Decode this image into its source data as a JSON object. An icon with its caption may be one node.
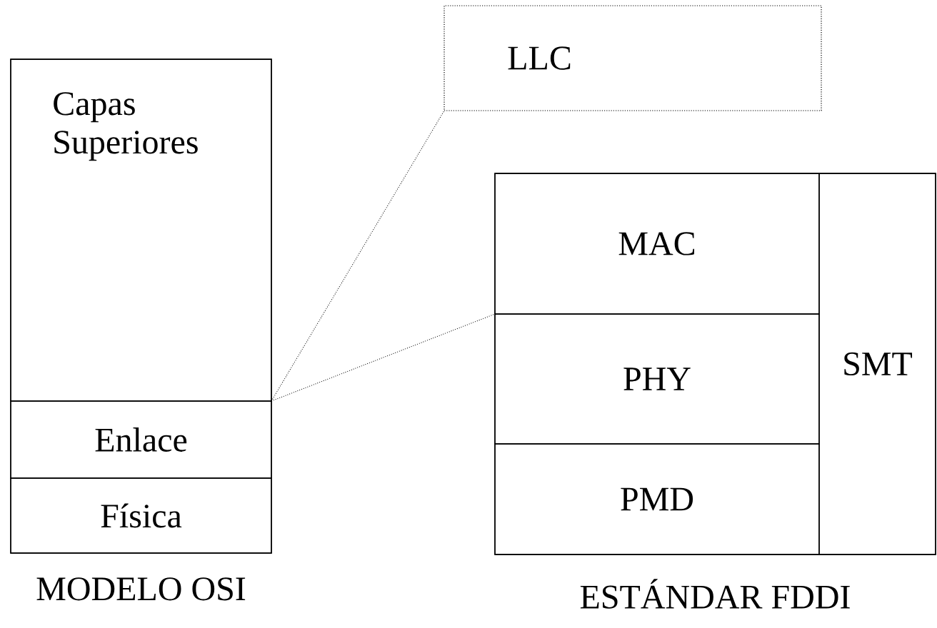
{
  "diagram": {
    "nodes": [
      {
        "text": [
          "MODELO OSI"
        ]
      },
      {
        "text": [
          "Capas Superiores"
        ],
        "in": 0
      },
      {
        "text": [
          "Enlace"
        ],
        "in": 0
      },
      {
        "text": [
          "Física"
        ],
        "in": 0
      },
      {
        "text": [
          "LLC"
        ]
      },
      {
        "text": [
          "ESTÁNDAR FDDI"
        ]
      },
      {
        "text": [
          "MAC"
        ],
        "in": 5
      },
      {
        "text": [
          "PHY"
        ],
        "in": 5
      },
      {
        "text": [
          "PMD"
        ],
        "in": 5
      },
      {
        "text": [
          "SMT"
        ],
        "in": 5
      }
    ],
    "edges": [
      {
        "from": 2,
        "to": 4,
        "arrow": "none",
        "style": "dashed"
      },
      {
        "from": 2,
        "to": 6,
        "arrow": "none",
        "style": "dashed"
      }
    ]
  }
}
